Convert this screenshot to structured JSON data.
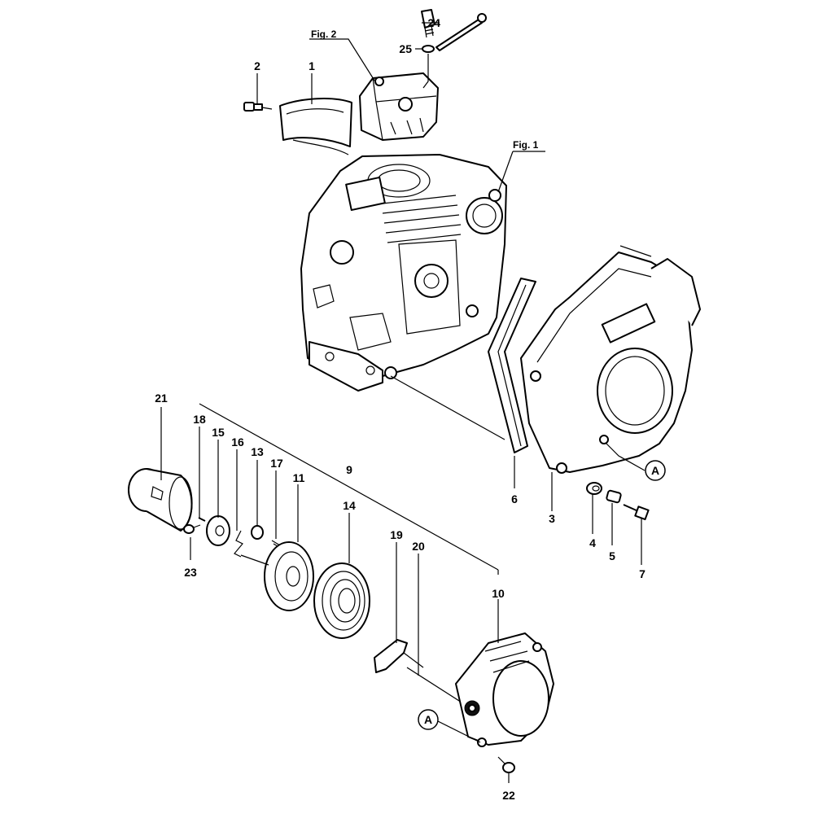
{
  "callouts": {
    "c1": "1",
    "c2": "2",
    "c3": "3",
    "c4": "4",
    "c5": "5",
    "c6": "6",
    "c7": "7",
    "c9": "9",
    "c10": "10",
    "c11": "11",
    "c13": "13",
    "c14": "14",
    "c15": "15",
    "c16": "16",
    "c17": "17",
    "c18": "18",
    "c19": "19",
    "c20": "20",
    "c21": "21",
    "c22": "22",
    "c23": "23",
    "c24": "24",
    "c25": "25"
  },
  "figure_refs": {
    "fig1": "Fig. 1",
    "fig2": "Fig. 2"
  },
  "reference_markers": {
    "a_fan_shroud": "A",
    "a_starter": "A"
  }
}
